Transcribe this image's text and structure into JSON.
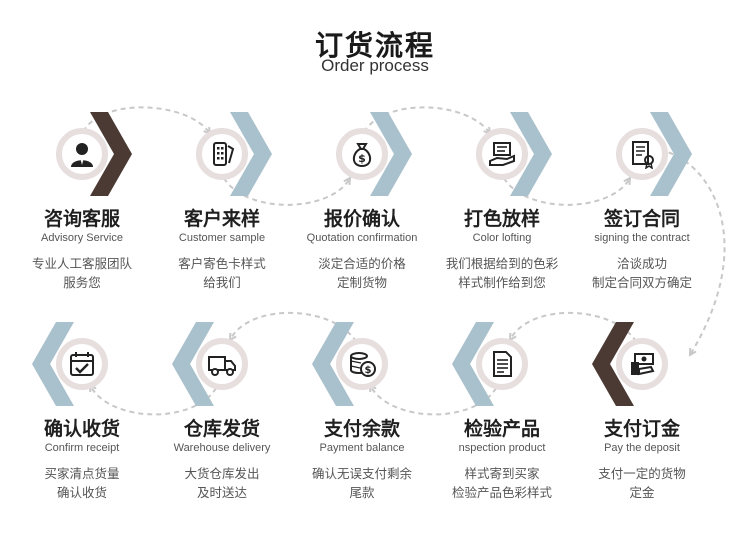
{
  "header": {
    "title_cn": "订货流程",
    "title_en": "Order process"
  },
  "colors": {
    "blue_chevron": "#a9c1cc",
    "dark_chevron": "#4a3a33",
    "circle_ring": "#e7dede",
    "dashes": "#c8c8c8"
  },
  "steps": [
    {
      "title_cn": "咨询客服",
      "title_en": "Advisory Service",
      "desc1": "专业人工客服团队",
      "desc2": "服务您",
      "icon": "customer-service-agent-icon",
      "chevron": "dark"
    },
    {
      "title_cn": "客户来样",
      "title_en": "Customer sample",
      "desc1": "客户寄色卡样式",
      "desc2": "给我们",
      "icon": "color-card-icon",
      "chevron": "blue"
    },
    {
      "title_cn": "报价确认",
      "title_en": "Quotation confirmation",
      "desc1": "淡定合适的价格",
      "desc2": "定制货物",
      "icon": "money-bag-icon",
      "chevron": "blue"
    },
    {
      "title_cn": "打色放样",
      "title_en": "Color lofting",
      "desc1": "我们根据给到的色彩",
      "desc2": "样式制作给到您",
      "icon": "hand-document-icon",
      "chevron": "blue"
    },
    {
      "title_cn": "签订合同",
      "title_en": "signing the contract",
      "desc1": "洽谈成功",
      "desc2": "制定合同双方确定",
      "icon": "contract-icon",
      "chevron": "blue"
    },
    {
      "title_cn": "支付订金",
      "title_en": "Pay the deposit",
      "desc1": "支付一定的货物",
      "desc2": "定金",
      "icon": "cash-payment-icon",
      "chevron": "dark"
    },
    {
      "title_cn": "检验产品",
      "title_en": "nspection product",
      "desc1": "样式寄到买家",
      "desc2": "检验产品色彩样式",
      "icon": "document-list-icon",
      "chevron": "blue"
    },
    {
      "title_cn": "支付余款",
      "title_en": "Payment balance",
      "desc1": "确认无误支付剩余",
      "desc2": "尾款",
      "icon": "coins-dollar-icon",
      "chevron": "blue"
    },
    {
      "title_cn": "仓库发货",
      "title_en": "Warehouse delivery",
      "desc1": "大货仓库发出",
      "desc2": "及时送达",
      "icon": "delivery-truck-icon",
      "chevron": "blue"
    },
    {
      "title_cn": "确认收货",
      "title_en": "Confirm receipt",
      "desc1": "买家清点货量",
      "desc2": "确认收货",
      "icon": "calendar-check-icon",
      "chevron": "blue"
    }
  ]
}
